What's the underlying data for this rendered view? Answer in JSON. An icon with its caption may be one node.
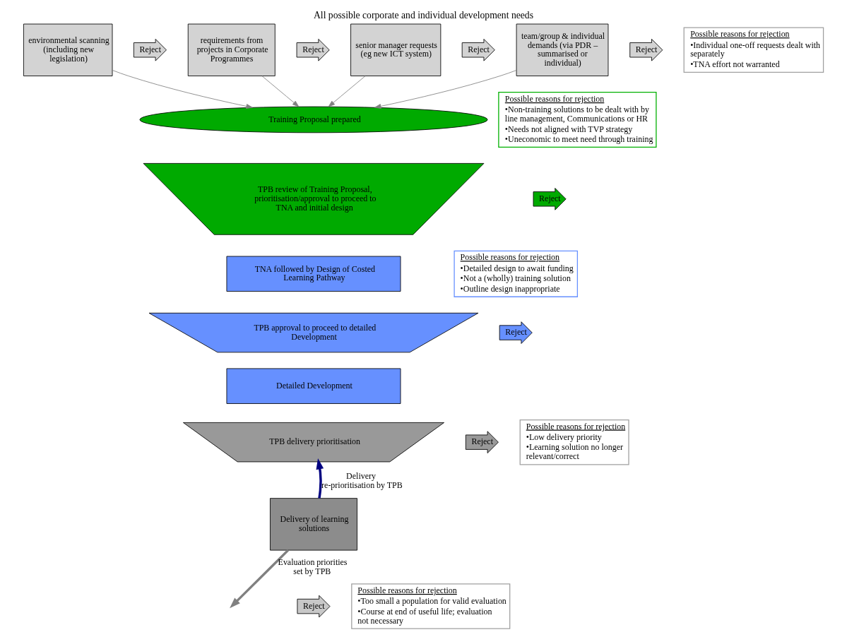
{
  "diagram": {
    "title": "All possible corporate and individual development needs",
    "nodes": [
      {
        "text": [
          "environmental scanning (including new legislation)"
        ]
      },
      {
        "text": [
          "Reject"
        ]
      },
      {
        "text": [
          "requirements from projects in Corporate Programmes"
        ]
      },
      {
        "text": [
          "Reject"
        ]
      },
      {
        "text": [
          "senior manager requests (eg new ICT system)"
        ]
      },
      {
        "text": [
          "Reject"
        ]
      },
      {
        "text": [
          "team/group & individual demands (via PDR – summarised or individual)"
        ]
      },
      {
        "text": [
          "Reject"
        ]
      },
      {
        "text": [
          "Possible reasons for rejection",
          "•Individual one-off requests dealt with separately",
          "•TNA effort not warranted"
        ]
      },
      {
        "text": [
          "Training Proposal prepared"
        ]
      },
      {
        "text": [
          "Possible reasons for rejection",
          "•Non-training solutions to be dealt with by line management, Communications or HR",
          "•Needs not aligned with TVP strategy",
          "•Uneconomic to meet need through training"
        ]
      },
      {
        "text": [
          "TPB review of Training Proposal, prioritisation/approval to proceed to TNA and initial design"
        ]
      },
      {
        "text": [
          "Reject"
        ]
      },
      {
        "text": [
          "TNA followed by Design of Costed Learning Pathway"
        ]
      },
      {
        "text": [
          "Possible reasons for rejection",
          "•Detailed design to await funding",
          "•Not a (wholly) training solution",
          "•Outline design inappropriate"
        ]
      },
      {
        "text": [
          "TPB approval to proceed to detailed Development"
        ]
      },
      {
        "text": [
          "Reject"
        ]
      },
      {
        "text": [
          "Detailed Development"
        ]
      },
      {
        "text": [
          "TPB delivery prioritisation"
        ]
      },
      {
        "text": [
          "Reject"
        ]
      },
      {
        "text": [
          "Possible reasons for rejection",
          "•Low delivery priority",
          "•Learning solution no longer relevant/correct"
        ]
      },
      {
        "text": [
          "Delivery of learning solutions"
        ]
      },
      {
        "text": [
          "Reject"
        ]
      },
      {
        "text": [
          "Possible reasons for rejection",
          "•Too small a population for valid evaluation",
          "•Course at end of useful life; evaluation not necessary"
        ]
      }
    ],
    "edges": [
      {
        "from": 0,
        "to": 9,
        "arrow": "to"
      },
      {
        "from": 2,
        "to": 9,
        "arrow": "to"
      },
      {
        "from": 4,
        "to": 9,
        "arrow": "to"
      },
      {
        "from": 6,
        "to": 9,
        "arrow": "to"
      },
      {
        "from": 21,
        "to": 18,
        "arrow": "to",
        "label": "Delivery re-prioritisation by TPB",
        "style": "thick",
        "color": "#000080"
      },
      {
        "from": 21,
        "to": null,
        "arrow": "to",
        "label": "Evaluation priorities set by TPB",
        "style": "thick"
      }
    ]
  }
}
